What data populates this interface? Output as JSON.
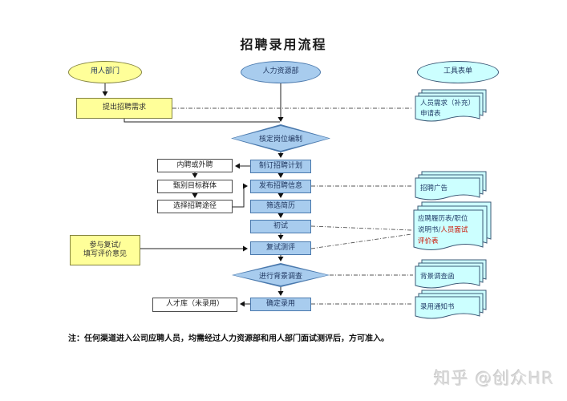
{
  "title": "招聘录用流程",
  "lanes": {
    "dept": "用人部门",
    "hr": "人力资源部",
    "forms": "工具表单"
  },
  "nodes": {
    "request": "提出招聘需求",
    "verify": "核定岗位编制",
    "plan": "制订招聘计划",
    "publish": "发布招聘信息",
    "screen": "筛选简历",
    "first_interview": "初试",
    "second_interview": "复试测评",
    "background_check": "进行背景调查",
    "confirm": "确定录用",
    "internal_external": "内聘或外聘",
    "target_group": "甄别目标群体",
    "channel": "选择招聘途径",
    "talent_pool": "人才库（未录用）",
    "join_interview_1": "参与复试/",
    "join_interview_2": "填写评价意见"
  },
  "docs": {
    "requirement_1": "人员需求（补充）",
    "requirement_2": "申请表",
    "ad": "招聘广告",
    "resume_1": "应聘履历表/职位",
    "resume_2a": "说明书/",
    "resume_2b": "人员面试",
    "resume_3": "评价表",
    "background_letter": "背景调查函",
    "offer": "录用通知书"
  },
  "note": "注：任何渠道进入公司应聘人员，均需经过人力资源部和用人部门面试测评后，方可准入。",
  "watermark": "知乎 @创众HR",
  "colors": {
    "dept_fill": "#ffff99",
    "hr_fill": "#a8ccee",
    "forms_fill": "#ccffff",
    "hr_border": "#4a79ad",
    "red_text": "#cc1100"
  }
}
